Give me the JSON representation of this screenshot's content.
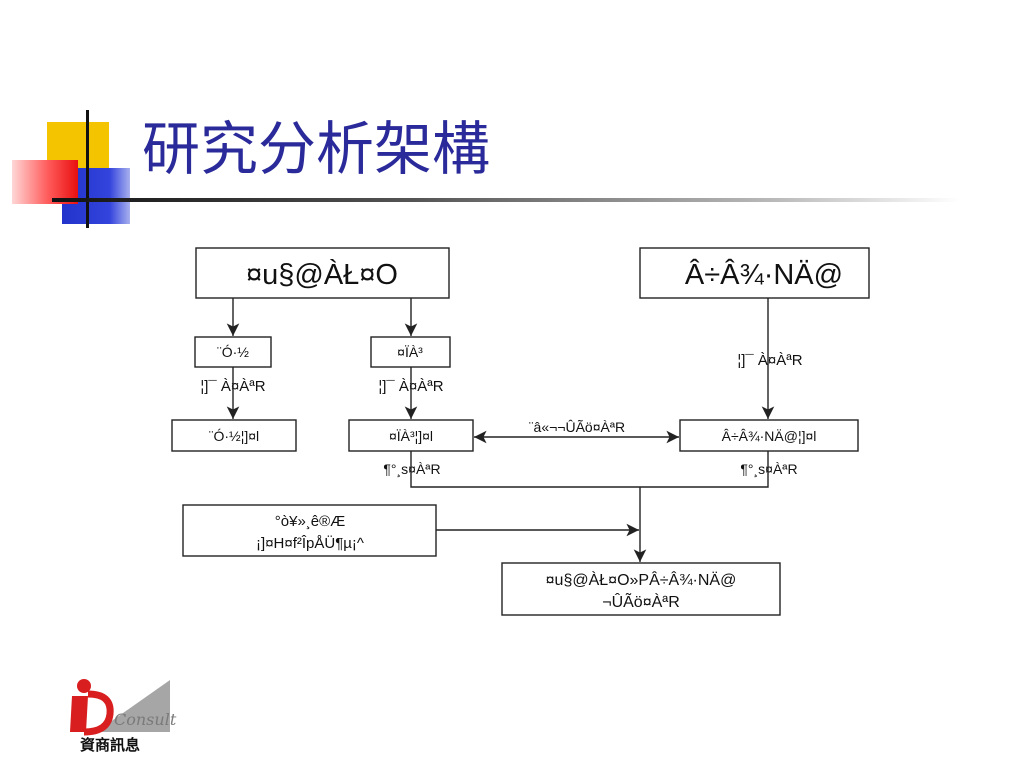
{
  "slide": {
    "title": "研究分析架構"
  },
  "diagram": {
    "nodes": {
      "top_left": "¤u§@ÀŁ¤O",
      "top_right": "Â÷Â¾·NÄ@",
      "sub_left": "¨Ó·½",
      "sub_mid": "¤ÏÀ³",
      "mid_left": "¨Ó·½¦]¤l",
      "mid_mid": "¤ÏÀ³¦]¤l",
      "mid_right": "Â÷Â¾·NÄ@¦]¤l",
      "left_box_line1": "°ò¥»¸ê®Æ",
      "left_box_line2": "¡]¤H¤f²Î­pÅÜ¶µ¡^",
      "bottom_line1": "¤u§@ÀŁ¤O»PÂ÷Â¾·NÄ@",
      "bottom_line2": "¬ÛÃö¤ÀªR"
    },
    "labels": {
      "factor_analysis_left": "¦]¯ À¤ÀªR",
      "factor_analysis_mid": "¦]¯ À¤ÀªR",
      "factor_analysis_right": "¦]¯ À¤ÀªR",
      "correlation_analysis": "¨â«¬¬ÛÃö¤ÀªR",
      "stepwise_mid": "¶°¸s¤ÀªR",
      "stepwise_right": "¶°¸s¤ÀªR"
    }
  },
  "logo": {
    "brand": "Consult",
    "chinese": "資商訊息",
    "colors": {
      "red": "#d81e1e",
      "gray": "#9a9a9a"
    }
  },
  "colors": {
    "title": "#2a2a9a",
    "line": "#222222",
    "ornament_yellow": "#f5c400",
    "ornament_blue": "#2233cc",
    "ornament_red": "#ff4040"
  }
}
